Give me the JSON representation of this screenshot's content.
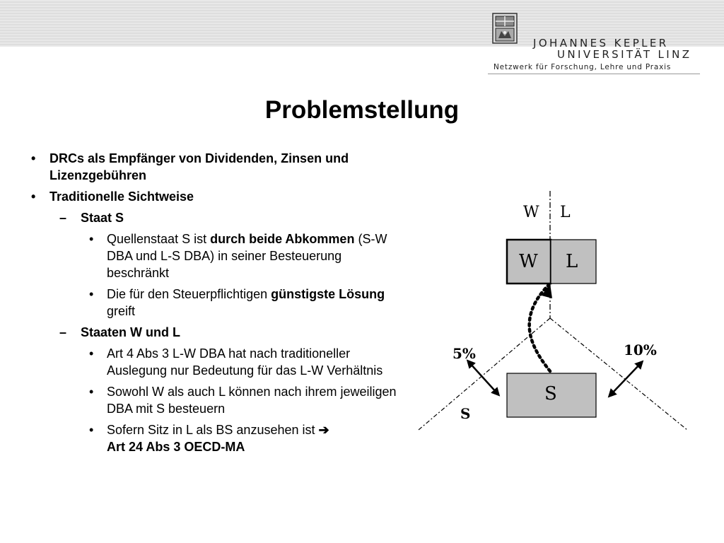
{
  "header": {
    "university_line1": "JOHANNES KEPLER",
    "university_line2": "UNIVERSITÄT LINZ",
    "university_tagline": "Netzwerk für Forschung, Lehre und Praxis"
  },
  "slide": {
    "title": "Problemstellung",
    "bullets": {
      "b1": "DRCs als Empfänger von Dividenden, Zinsen und Lizenzgebühren",
      "b2": "Traditionelle Sichtweise",
      "staat_s": "Staat S",
      "s1_pre": "Quellenstaat S ist ",
      "s1_bold": "durch beide Abkommen",
      "s1_post": " (S-W DBA und L-S DBA) in seiner Besteuerung beschränkt",
      "s2_pre": "Die für den Steuerpflichtigen ",
      "s2_bold": "günstigste Lösung",
      "s2_post": " greift",
      "staaten_wl": "Staaten W und L",
      "wl1": "Art 4 Abs 3 L-W DBA hat nach traditioneller Auslegung nur Bedeutung für das L-W Verhältnis",
      "wl2": "Sowohl W als auch L können nach ihrem jeweiligen DBA mit S besteuern",
      "wl3_pre": "Sofern Sitz in L als BS anzusehen ist ",
      "wl3_arrow": "➔",
      "wl3_bold": "Art 24 Abs 3 OECD-MA"
    },
    "markers": {
      "bullet": "•",
      "dash": "–"
    }
  },
  "diagram": {
    "top_label_w": "W",
    "top_label_l": "L",
    "box_w": "W",
    "box_l": "L",
    "box_s": "S",
    "label_s": "S",
    "rate_left": "5%",
    "rate_right": "10%",
    "colors": {
      "box_fill": "#c0c0c0",
      "line": "#000000"
    }
  }
}
